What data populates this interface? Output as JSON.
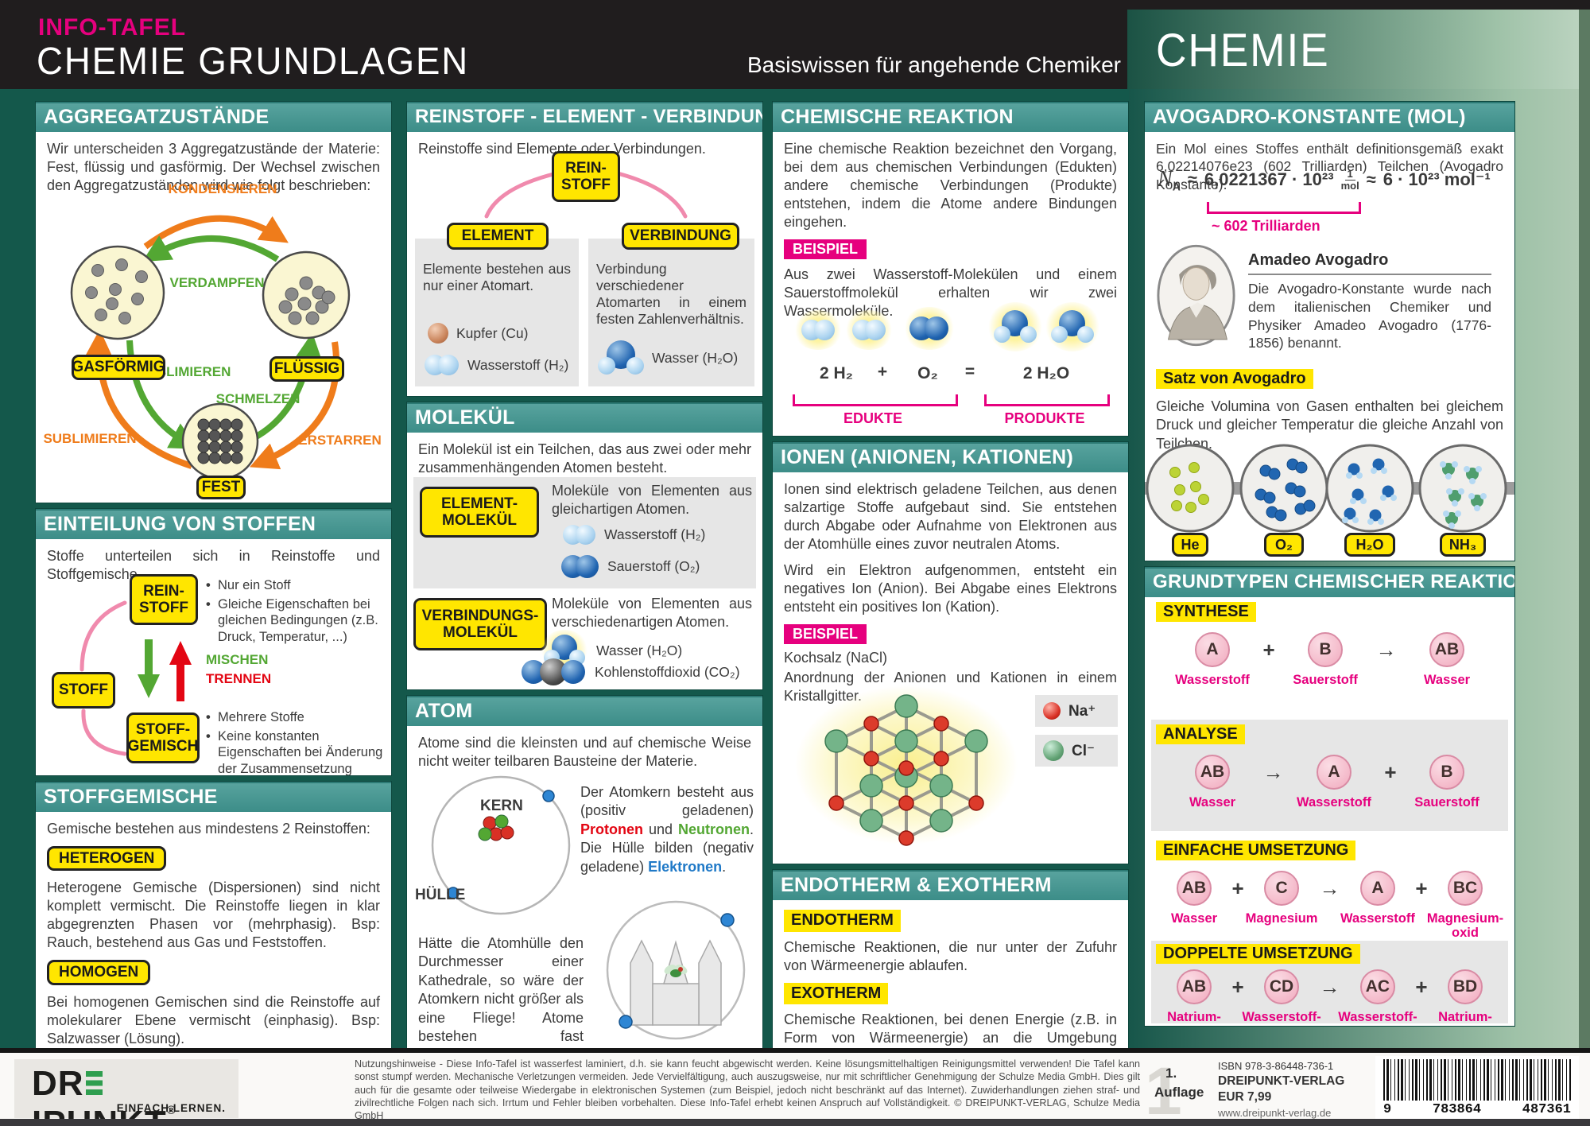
{
  "header": {
    "tag": "INFO-TAFEL",
    "title": "CHEMIE GRUNDLAGEN",
    "subtitle": "Basiswissen für angehende Chemiker",
    "brand": "CHEMIE"
  },
  "agg": {
    "head": "AGGREGATZUSTÄNDE",
    "intro": "Wir unterscheiden 3 Aggregatzustände der Materie: Fest, flüssig und gasförmig. Der Wechsel zwischen den Aggregatzuständen wird wie folgt beschrieben:",
    "labels": {
      "kond": "KONDENSIEREN",
      "verd": "VERDAMPFEN",
      "resub": "RESUBLIMIEREN",
      "subl": "SUBLIMIEREN",
      "schm": "SCHMELZEN",
      "erst": "ERSTARREN"
    },
    "states": {
      "gas": "GASFÖRMIG",
      "fluessig": "FLÜSSIG",
      "fest": "FEST"
    }
  },
  "eint": {
    "head": "EINTEILUNG VON STOFFEN",
    "intro": "Stoffe unterteilen sich in Reinstoffe und Stoffgemische.",
    "rein": "REIN-\nSTOFF",
    "b1": [
      "Nur ein Stoff",
      "Gleiche Eigenschaften bei gleichen Bedingungen (z.B. Druck, Temperatur, ...)"
    ],
    "stoff": "STOFF",
    "mischen": "MISCHEN",
    "trennen": "TRENNEN",
    "gemisch": "STOFF-\nGEMISCH",
    "b2": [
      "Mehrere Stoffe",
      "Keine konstanten Eigenschaften bei Änderung der Zusammensetzung"
    ]
  },
  "gem": {
    "head": "STOFFGEMISCHE",
    "intro": "Gemische bestehen aus mindestens 2 Reinstoffen:",
    "het_label": "HETEROGEN",
    "het_text": "Heterogene Gemische (Dispersionen) sind nicht komplett vermischt. Die Reinstoffe liegen in klar abgegrenzten Phasen vor (mehrphasig). Bsp: Rauch, bestehend aus Gas und Feststoffen.",
    "hom_label": "HOMOGEN",
    "hom_text": "Bei homogenen Gemischen sind die Reinstoffe auf molekularer Ebene vermischt (einphasig). Bsp: Salzwasser (Lösung)."
  },
  "rev": {
    "head": "REINSTOFF - ELEMENT - VERBINDUNG",
    "intro": "Reinstoffe sind Elemente oder Verbindungen.",
    "root": "REIN-\nSTOFF",
    "element_label": "ELEMENT",
    "verbindung_label": "VERBINDUNG",
    "element_text": "Elemente bestehen aus nur einer Atomart.",
    "cu": "Kupfer (Cu)",
    "h2": "Wasserstoff (H₂)",
    "verbindung_text": "Verbindung verschiedener Atomarten in einem festen Zahlenverhältnis.",
    "wasser": "Wasser (H₂O)"
  },
  "mol": {
    "head": "MOLEKÜL",
    "intro": "Ein Molekül ist ein Teilchen, das aus zwei oder mehr zusammenhängenden Atomen besteht.",
    "elem_label": "ELEMENT-\nMOLEKÜL",
    "elem_text": "Moleküle von Elementen aus gleichartigen Atomen.",
    "elem_items": [
      "Wasserstoff (H₂)",
      "Sauerstoff (O₂)"
    ],
    "verb_label": "VERBINDUNGS-\nMOLEKÜL",
    "verb_text": "Moleküle von Elementen aus verschiedenartigen Atomen.",
    "verb_items": [
      "Wasser (H₂O)",
      "Kohlenstoffdioxid (CO₂)"
    ]
  },
  "atom": {
    "head": "ATOM",
    "intro": "Atome sind die kleinsten und auf chemische Weise nicht weiter teilbaren Bausteine der Materie.",
    "kern": "KERN",
    "huelle": "HÜLLE",
    "text": {
      "p1": "Der Atomkern besteht aus (positiv geladenen) ",
      "protonen": "Protonen",
      "p2": " und ",
      "neutronen": "Neutronen",
      "p3": ". Die Hülle bilden (negativ geladene) ",
      "elektronen": "Elektronen",
      "p4": "."
    },
    "kath": "Hätte die Atomhülle den Durchmesser einer Kathedrale, so wäre der Atomkern nicht größer als eine Fliege! Atome bestehen fast ausschließlich aus leerem Raum!"
  },
  "rx": {
    "head": "CHEMISCHE REAKTION",
    "text": "Eine chemische Reaktion bezeichnet den Vorgang, bei dem aus chemischen Verbindungen (Edukten) andere chemische Verbindungen (Produkte) entstehen, indem die Atome andere Bindungen eingehen.",
    "beispiel": "BEISPIEL",
    "btext": "Aus zwei Wasserstoff-Molekülen und einem Sauerstoffmolekül erhalten wir zwei Wassermoleküle.",
    "eq": {
      "lhs1": "2 H₂",
      "plus": "+",
      "lhs2": "O₂",
      "eq": "=",
      "rhs": "2 H₂O",
      "edukte": "EDUKTE",
      "produkte": "PRODUKTE"
    }
  },
  "ion": {
    "head": "IONEN (ANIONEN, KATIONEN)",
    "t1": "Ionen sind elektrisch geladene Teilchen, aus denen salzartige Stoffe aufgebaut sind. Sie entstehen durch Abgabe oder Aufnahme von Elektronen aus der Atomhülle eines zuvor neutralen  Atoms.",
    "t2": "Wird ein Elektron aufgenommen, entsteht ein negatives Ion (Anion). Bei Abgabe eines Elektrons entsteht ein positives Ion (Kation).",
    "beispiel": "BEISPIEL",
    "kochsalz": "Kochsalz (NaCl)",
    "anordnung": "Anordnung der Anionen und Kationen in einem Kristallgitter.",
    "legend": {
      "na": "Na⁺",
      "cl": "Cl⁻"
    }
  },
  "endo": {
    "head": "ENDOTHERM & EXOTHERM",
    "l1": "ENDOTHERM",
    "t1": "Chemische Reaktionen, die nur unter der Zufuhr von Wärmeenergie ablaufen.",
    "l2": "EXOTHERM",
    "t2": "Chemische Reaktionen, bei denen Energie (z.B. in Form von Wärmeenergie) an die Umgebung abgegeben wird."
  },
  "avo": {
    "head": "AVOGADRO-KONSTANTE (MOL)",
    "intro": "Ein Mol eines Stoffes enthält definitionsgemäß exakt 6,02214076e23 (602 Trilliarden) Teilchen (Avogadro Konstante).",
    "f": {
      "n": "N",
      "sub": "A",
      "ap1": "≈",
      "val": "6,0221367 · 10²³",
      "num": "1",
      "den": "mol",
      "ap2": "≈",
      "val2": "6 · 10²³ mol⁻¹"
    },
    "brace": "~ 602 Trilliarden",
    "name": "Amadeo Avogadro",
    "ntext": "Die Avogadro-Konstante wurde nach dem italienischen Chemiker und Physiker Amadeo Avogadro (1776-1856) benannt.",
    "satz": "Satz von Avogadro",
    "stext": "Gleiche Volumina von Gasen enthalten bei gleichem Druck und gleicher Temperatur die gleiche Anzahl von Teilchen.",
    "flasks": [
      "He",
      "O₂",
      "H₂O",
      "NH₃"
    ]
  },
  "gt": {
    "head": "GRUNDTYPEN CHEMISCHER REAKTIONEN",
    "rows": [
      {
        "label": "SYNTHESE",
        "ops": [
          "+",
          "→"
        ],
        "t": [
          {
            "s": "A",
            "n": "Wasserstoff"
          },
          {
            "s": "B",
            "n": "Sauerstoff"
          },
          {
            "s": "AB",
            "n": "Wasser"
          }
        ]
      },
      {
        "label": "ANALYSE",
        "ops": [
          "→",
          "+"
        ],
        "t": [
          {
            "s": "AB",
            "n": "Wasser"
          },
          {
            "s": "A",
            "n": "Wasserstoff"
          },
          {
            "s": "B",
            "n": "Sauerstoff"
          }
        ]
      },
      {
        "label": "EINFACHE UMSETZUNG",
        "ops": [
          "+",
          "→",
          "+"
        ],
        "t": [
          {
            "s": "AB",
            "n": "Wasser"
          },
          {
            "s": "C",
            "n": "Magnesium"
          },
          {
            "s": "A",
            "n": "Wasserstoff"
          },
          {
            "s": "BC",
            "n": "Magnesium-\noxid"
          }
        ]
      },
      {
        "label": "DOPPELTE UMSETZUNG",
        "ops": [
          "+",
          "→",
          "+"
        ],
        "t": [
          {
            "s": "AB",
            "n": "Natrium-\nsulfid"
          },
          {
            "s": "CD",
            "n": "Wasserstoff-\nchlorid"
          },
          {
            "s": "AC",
            "n": "Wasserstoff-\nsulfid"
          },
          {
            "s": "BD",
            "n": "Natrium-\nchlorid"
          }
        ]
      }
    ]
  },
  "footer": {
    "lp1": "DR",
    "lp2": "IPUNKT",
    "reg": "®",
    "lsub": "EINFACH.LERNEN.",
    "fine": "Nutzungshinweise - Diese Info-Tafel ist wasserfest laminiert, d.h. sie kann feucht abgewischt werden. Keine lösungsmittelhaltigen Reinigungsmittel verwenden! Die Tafel kann sonst stumpf werden. Mechanische Verletzungen vermeiden. Jede Vervielfältigung, auch auszugsweise, nur mit schriftlicher Genehmigung der Schulze Media GmbH. Dies gilt auch für die gesamte oder teilweise Wiedergabe in elektronischen Systemen (zum Beispiel, jedoch nicht beschränkt auf das Internet). Zuwiderhandlungen ziehen straf- und zivilrechtliche Folgen nach sich. Irrtum und Fehler bleiben vorbehalten. Diese Info-Tafel erhebt keinen Anspruch auf Vollständigkeit. © DREIPUNKT-VERLAG, Schulze Media GmbH",
    "ed_big": "1",
    "ed1": "1.",
    "ed2": "Auflage",
    "isbn": "ISBN  978-3-86448-736-1",
    "publisher": "DREIPUNKT-VERLAG",
    "price": "EUR 7,99",
    "site": "www.dreipunkt-verlag.de",
    "bc1": "9",
    "bc2": "783864",
    "bc3": "487361"
  },
  "colors": {
    "teal_header": "#3c8d88",
    "background": "#14584b",
    "magenta": "#e6007e",
    "yellow": "#ffe600",
    "green": "#53a733",
    "orange": "#ef7c1b",
    "red": "#e30613",
    "blue": "#1f63b0",
    "gradient_light": "#9fc2a8"
  }
}
